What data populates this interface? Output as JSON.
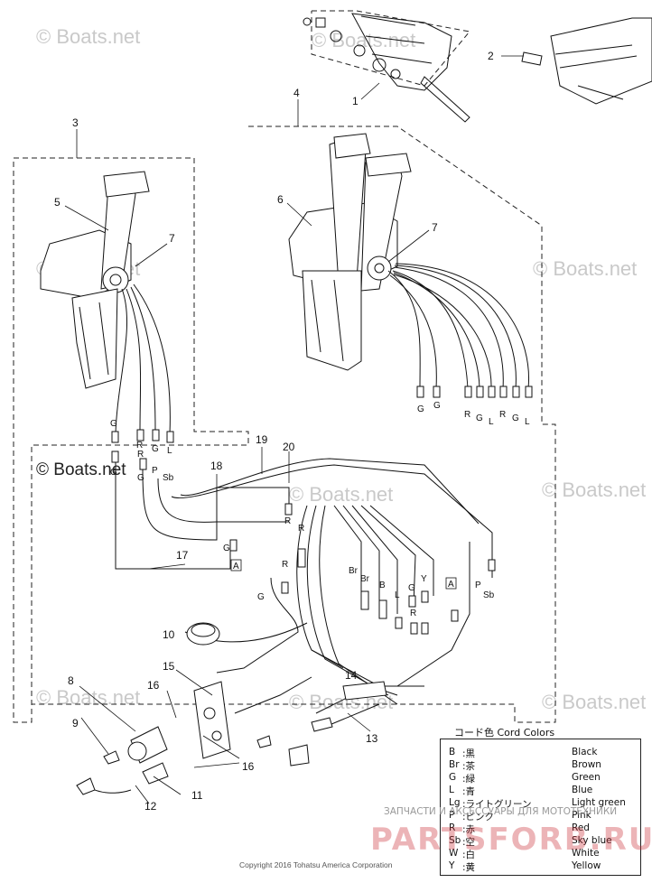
{
  "diagram": {
    "callouts": [
      "1",
      "2",
      "3",
      "4",
      "5",
      "6",
      "7",
      "7",
      "8",
      "9",
      "10",
      "11",
      "12",
      "13",
      "14",
      "15",
      "16",
      "16",
      "17",
      "18",
      "19",
      "20"
    ],
    "wire_labels": {
      "left_remote": [
        "G",
        "R",
        "G",
        "L"
      ],
      "right_remote": [
        "G",
        "G",
        "R",
        "G",
        "L",
        "R",
        "G",
        "L"
      ],
      "harness_left": [
        "G",
        "R",
        "G",
        "P",
        "Sb"
      ],
      "harness_center": [
        "G",
        "R",
        "R",
        "R",
        "G"
      ],
      "harness_right": [
        "Br",
        "Br",
        "B",
        "L",
        "G",
        "Y",
        "R",
        "P",
        "Sb"
      ],
      "boxed": [
        "A",
        "A"
      ]
    }
  },
  "watermark": {
    "text": "© Boats.net",
    "main": "© Boats.net"
  },
  "legend": {
    "title": "コード色 Cord Colors",
    "rows": [
      {
        "code": "B",
        "jp": ":黒",
        "en": "Black"
      },
      {
        "code": "Br",
        "jp": ":茶",
        "en": "Brown"
      },
      {
        "code": "G",
        "jp": ":緑",
        "en": "Green"
      },
      {
        "code": "L",
        "jp": ":青",
        "en": "Blue"
      },
      {
        "code": "Lg",
        "jp": ":ライトグリーン",
        "en": "Light green"
      },
      {
        "code": "P",
        "jp": ":ピンク",
        "en": "Pink"
      },
      {
        "code": "R",
        "jp": ":赤",
        "en": "Red"
      },
      {
        "code": "Sb",
        "jp": ":空",
        "en": "Sky blue"
      },
      {
        "code": "W",
        "jp": ":白",
        "en": "White"
      },
      {
        "code": "Y",
        "jp": ":黄",
        "en": "Yellow"
      }
    ]
  },
  "copyright": "Copyright 2016 Tohatsu America Corporation",
  "brand": {
    "tagline": "ЗАПЧАСТИ И АКСЕССУАРЫ ДЛЯ МОТОТЕХНИКИ",
    "name": "PARTSFORB.RU"
  },
  "colors": {
    "line": "#111111",
    "watermark": "#c9c9c9",
    "brand": "#c82832"
  }
}
